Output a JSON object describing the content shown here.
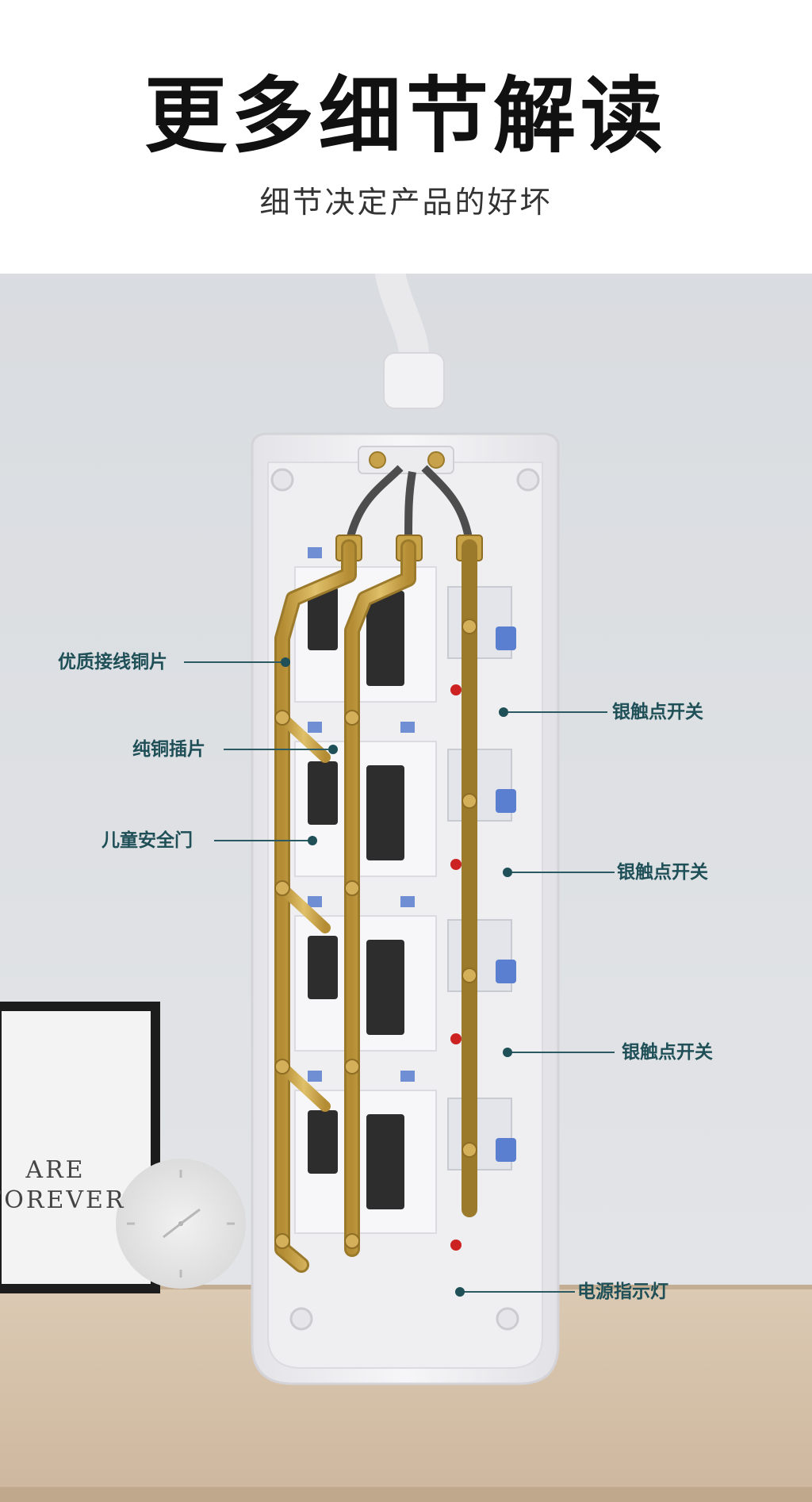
{
  "header": {
    "title": "更多细节解读",
    "subtitle": "细节决定产品的好坏"
  },
  "callouts": {
    "copper_wiring": "优质接线铜片",
    "copper_plug_pins": "纯铜插片",
    "child_safety_door": "儿童安全门",
    "silver_switch_1": "银触点开关",
    "silver_switch_2": "银触点开关",
    "silver_switch_3": "银触点开关",
    "power_indicator": "电源指示灯"
  },
  "frame": {
    "line1": "ARE",
    "line2": "FOREVER"
  },
  "colors": {
    "wall": "#dde0e4",
    "table": "#d8c7b2",
    "housing": "#f2f2f4",
    "brass": "#c9a347",
    "callout_text": "#1f4f57"
  }
}
